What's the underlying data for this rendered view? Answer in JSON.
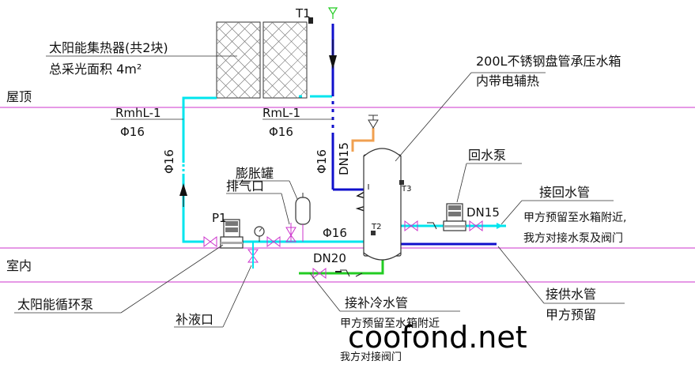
{
  "labels": {
    "collector_name": "太阳能集热器(共2块)",
    "collector_area": "总采光面积 4m²",
    "roof": "屋顶",
    "indoor": "室内",
    "t1": "T1",
    "t2": "T2",
    "t3": "T3",
    "p1": "P1",
    "tank_title": "200L不锈钢盘管承压水箱",
    "tank_sub": "内带电辅热",
    "pipe_left_code": "RmhL-1",
    "pipe_left_dia": "Φ16",
    "pipe_right_code": "RmL-1",
    "pipe_right_dia": "Φ16",
    "vert_left_dia": "Φ16",
    "vert_right_dia": "Φ16",
    "horiz_dia": "Φ16",
    "dn15_vert": "DN15",
    "dn15_right": "DN15",
    "dn20": "DN20",
    "expansion_tank": "膨胀罐",
    "air_vent": "排气口",
    "return_pump": "回水泵",
    "return_pipe": "接回水管",
    "return_pipe_note1": "甲方预留至水箱附近,",
    "return_pipe_note2": "我方对接水泵及阀门",
    "supply_pipe": "接供水管",
    "supply_pipe_note": "甲方预留",
    "circ_pump": "太阳能循环泵",
    "refill_port": "补液口",
    "cold_water": "接补冷水管",
    "cold_water_note1": "甲方预留至水箱附近",
    "cold_water_note2": "我方对接阀门",
    "watermark": "coofond.net"
  },
  "colors": {
    "solar_loop": "#00e5ee",
    "hot_pipe": "#1010cc",
    "cold_pipe": "#22cc22",
    "vent_pipe": "#f0a050",
    "floor_line": "#cc33cc",
    "valve": "#cc33cc"
  }
}
